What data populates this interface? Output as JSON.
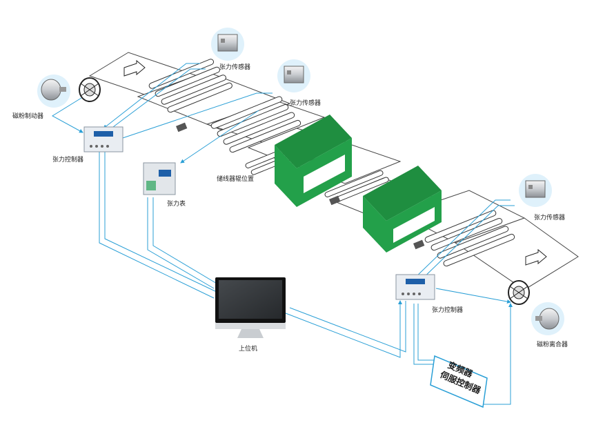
{
  "labels": {
    "tension_sensor_1": "张力传感器",
    "tension_sensor_2": "张力传感器",
    "tension_sensor_3": "张力传感器",
    "magnetic_brake": "磁粉制动器",
    "tension_controller_left": "张力控制器",
    "tension_meter": "张力表",
    "accumulator_roller": "储线器辊位置",
    "host_computer": "上位机",
    "tension_controller_right": "张力控制器",
    "magnetic_clutch": "磁粉离合器",
    "inverter_line1": "变频器",
    "inverter_line2": "伺服控制器"
  },
  "colors": {
    "line": "#2a9fd6",
    "oven": "#23a04a",
    "oven_dark": "#127a33",
    "device": "#e9edf2",
    "screen": "#33383c"
  },
  "icons": [
    "tension-sensor-icon",
    "magnetic-brake-icon",
    "magnetic-clutch-icon",
    "tension-controller-icon",
    "tension-meter-icon",
    "monitor-icon",
    "arrow-icon"
  ]
}
